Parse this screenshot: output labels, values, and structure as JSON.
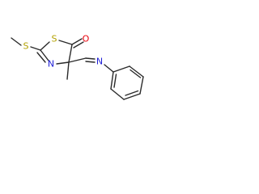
{
  "molecule": {
    "atoms": {
      "s_thioether": {
        "symbol": "S",
        "color": "#b3a100"
      },
      "s_ring": {
        "symbol": "S",
        "color": "#b3a100"
      },
      "o_carbonyl": {
        "symbol": "O",
        "color": "#e8000b"
      },
      "n_ring": {
        "symbol": "N",
        "color": "#1f1fd6"
      },
      "n_imine": {
        "symbol": "N",
        "color": "#1f1fd6"
      }
    },
    "bond_color": "#2a2a2a"
  }
}
